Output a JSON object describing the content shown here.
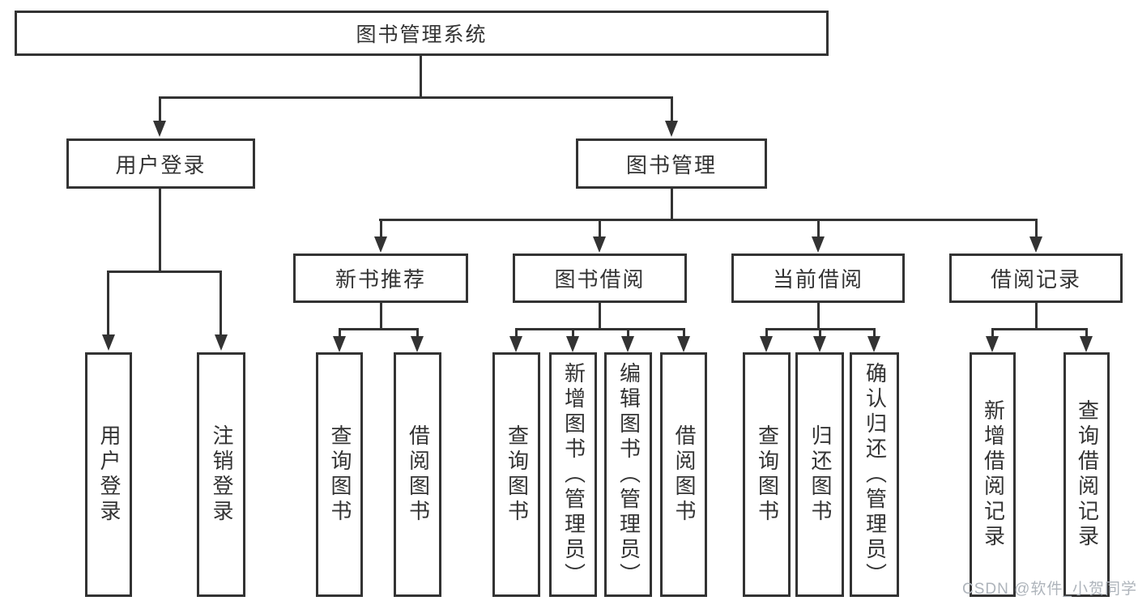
{
  "diagram": {
    "root": {
      "label": "图书管理系统"
    },
    "branches": [
      {
        "label": "用户登录",
        "leaves": [
          "用户登录",
          "注销登录"
        ]
      },
      {
        "label": "图书管理",
        "children": [
          {
            "label": "新书推荐",
            "leaves": [
              "查询图书",
              "借阅图书"
            ]
          },
          {
            "label": "图书借阅",
            "leaves": [
              "查询图书",
              "新增图书（管理员）",
              "编辑图书（管理员）",
              "借阅图书"
            ]
          },
          {
            "label": "当前借阅",
            "leaves": [
              "查询图书",
              "归还图书",
              "确认归还（管理员）"
            ]
          },
          {
            "label": "借阅记录",
            "leaves": [
              "新增借阅记录",
              "查询借阅记录"
            ]
          }
        ]
      }
    ]
  },
  "watermark": {
    "text": "CSDN @软件_小贺同学"
  },
  "colors": {
    "line": "#333333",
    "text": "#333333",
    "watermark": "#aeb4bb"
  }
}
